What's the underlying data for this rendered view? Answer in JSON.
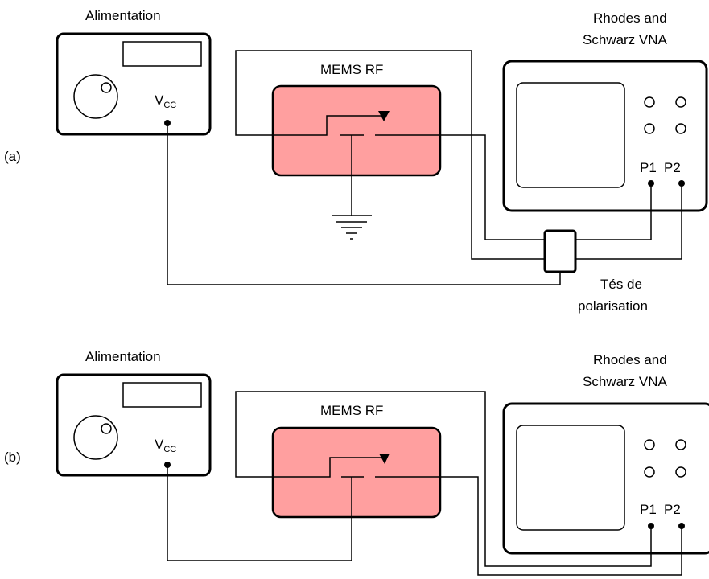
{
  "panel_a": {
    "tag": "(a)",
    "supply_label": "Alimentation",
    "vcc_main": "V",
    "vcc_sub": "CC",
    "mems_label": "MEMS RF",
    "vna_line1": "Rhodes and",
    "vna_line2": "Schwarz VNA",
    "port1": "P1",
    "port2": "P2",
    "tee_line1": "Tés de",
    "tee_line2": "polarisation"
  },
  "panel_b": {
    "tag": "(b)",
    "supply_label": "Alimentation",
    "vcc_main": "V",
    "vcc_sub": "CC",
    "mems_label": "MEMS RF",
    "vna_line1": "Rhodes and",
    "vna_line2": "Schwarz VNA",
    "port1": "P1",
    "port2": "P2"
  }
}
